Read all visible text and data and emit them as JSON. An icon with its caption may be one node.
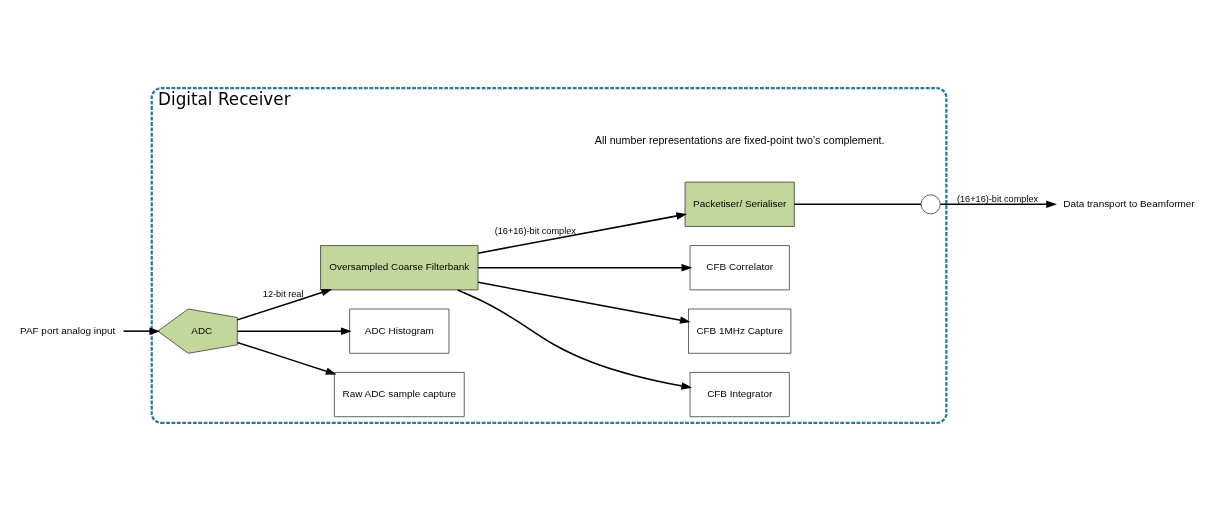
{
  "diagram": {
    "nodes": [
      {
        "text": [
          "Digital Receiver"
        ]
      },
      {
        "text": [
          "PAF port analog input"
        ]
      },
      {
        "text": [
          "ADC"
        ],
        "in": 0
      },
      {
        "text": [
          "Raw ADC sample capture"
        ],
        "in": 0
      },
      {
        "text": [
          "ADC Histogram"
        ],
        "in": 0
      },
      {
        "text": [
          "Oversampled Coarse Filterbank"
        ],
        "in": 0
      },
      {
        "text": [
          "CFB Integrator"
        ],
        "in": 0
      },
      {
        "text": [
          "CFB 1MHz Capture"
        ],
        "in": 0
      },
      {
        "text": [
          "CFB Correlator"
        ],
        "in": 0
      },
      {
        "text": [
          "Packetiser/ Serialiser"
        ],
        "in": 0
      },
      {
        "text": [],
        "shape": "circle",
        "in": 0
      },
      {
        "text": [
          "Data transport to Beamformer"
        ]
      }
    ],
    "edges": [
      {
        "from": 1,
        "to": 2,
        "arrow": "to"
      },
      {
        "from": 2,
        "to": 3,
        "arrow": "to"
      },
      {
        "from": 2,
        "to": 4,
        "arrow": "to"
      },
      {
        "from": 2,
        "to": 5,
        "arrow": "to",
        "label": "12-bit real"
      },
      {
        "from": 5,
        "to": 6,
        "arrow": "to"
      },
      {
        "from": 5,
        "to": 7,
        "arrow": "to"
      },
      {
        "from": 5,
        "to": 8,
        "arrow": "to"
      },
      {
        "from": 5,
        "to": 9,
        "arrow": "to",
        "label": "(16+16)-bit complex"
      },
      {
        "from": 9,
        "to": 10,
        "arrow": "none"
      },
      {
        "from": 10,
        "to": 11,
        "arrow": "to",
        "label": "(16+16)-bit complex"
      }
    ],
    "labels": [
      "All number representations are fixed-point two’s complement."
    ]
  }
}
